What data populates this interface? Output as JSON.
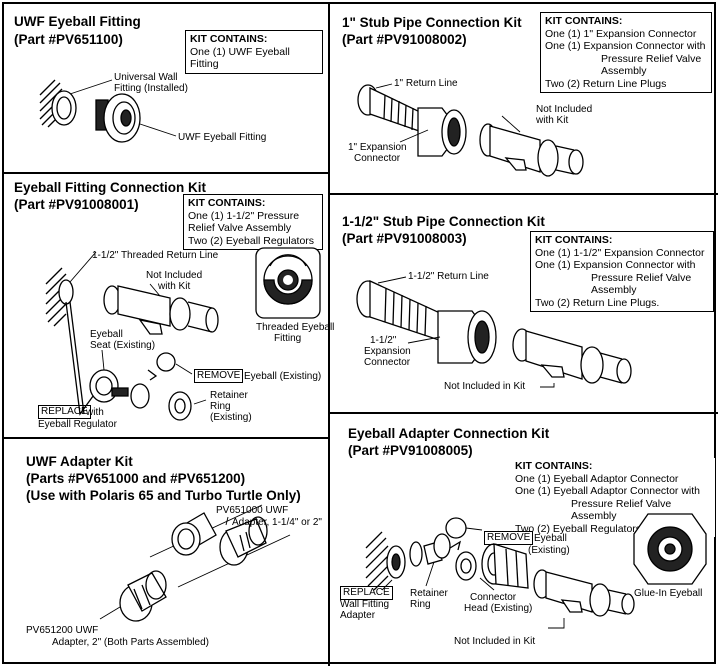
{
  "uwf_fitting": {
    "title": "UWF Eyeball Fitting",
    "part": "(Part #PV651100)",
    "kit_header": "KIT CONTAINS:",
    "kit_items": [
      "One (1) UWF Eyeball Fitting"
    ],
    "label_wall_1": "Universal Wall",
    "label_wall_2": "Fitting (Installed)",
    "label_eyeball": "UWF Eyeball Fitting"
  },
  "stub_1in": {
    "title": "1\" Stub Pipe Connection Kit",
    "part": "(Part #PV91008002)",
    "kit_header": "KIT CONTAINS:",
    "kit_items": [
      "One (1) 1\" Expansion Connector",
      "One (1) Expansion Connector with",
      "Pressure Relief Valve",
      "Assembly",
      "Two (2) Return Line Plugs"
    ],
    "label_return": "1\" Return Line",
    "label_not_inc_1": "Not Included",
    "label_not_inc_2": "with Kit",
    "label_exp_1": "1\" Expansion",
    "label_exp_2": "Connector"
  },
  "eyeball_conn": {
    "title": "Eyeball Fitting Connection Kit",
    "part": "(Part #PV91008001)",
    "kit_header": "KIT CONTAINS:",
    "kit_items": [
      "One (1) 1-1/2\" Pressure",
      "Relief Valve Assembly",
      "Two (2) Eyeball Regulators"
    ],
    "label_threaded": "1-1/2\" Threaded Return Line",
    "label_not_inc_1": "Not Included",
    "label_not_inc_2": "with Kit",
    "label_thr_eye_1": "Threaded Eyeball",
    "label_thr_eye_2": "Fitting",
    "label_seat_1": "Eyeball",
    "label_seat_2": "Seat (Existing)",
    "label_remove": "REMOVE",
    "label_eyeball_existing": "Eyeball (Existing)",
    "label_replace": "REPLACE",
    "label_with": "with",
    "label_regulator": "Eyeball Regulator",
    "label_ring_1": "Retainer",
    "label_ring_2": "Ring",
    "label_ring_3": "(Existing)"
  },
  "stub_15in": {
    "title": "1-1/2\" Stub Pipe Connection Kit",
    "part": "(Part #PV91008003)",
    "kit_header": "KIT CONTAINS:",
    "kit_items": [
      "One (1) 1-1/2\" Expansion Connector",
      "One (1) Expansion Connector with",
      "Pressure Relief Valve",
      "Assembly",
      "Two (2) Return Line Plugs."
    ],
    "label_return": "1-1/2\" Return Line",
    "label_exp_1": "1-1/2\"",
    "label_exp_2": "Expansion",
    "label_exp_3": "Connector",
    "label_not_inc": "Not Included in Kit"
  },
  "uwf_adapter": {
    "title": "UWF Adapter Kit",
    "parts": "(Parts #PV651000 and #PV651200)",
    "use": "(Use with Polaris 65 and Turbo Turtle Only)",
    "label_pv651000_1": "PV651000  UWF",
    "label_pv651000_2": "Adapter, 1-1/4\" or 2\"",
    "label_pv651200_1": "PV651200  UWF",
    "label_pv651200_2": "Adapter, 2\"  (Both Parts Assembled)"
  },
  "eyeball_adapter": {
    "title": "Eyeball Adapter Connection Kit",
    "part": "(Part #PV91008005)",
    "kit_header": "KIT CONTAINS:",
    "kit_items": [
      "One (1) Eyeball Adaptor Connector",
      "One (1) Eyeball Adaptor Connector with",
      "Pressure Relief Valve Assembly",
      "Two (2) Eyeball Regulators"
    ],
    "label_remove": "REMOVE",
    "label_eyeball_1": "Eyeball",
    "label_eyeball_2": "(Existing)",
    "label_glue": "Glue-In Eyeball",
    "label_replace": "REPLACE",
    "label_wall_1": "Wall Fitting",
    "label_wall_2": "Adapter",
    "label_ring_1": "Retainer",
    "label_ring_2": "Ring",
    "label_head_1": "Connector",
    "label_head_2": "Head (Existing)",
    "label_not_inc": "Not Included in Kit"
  }
}
